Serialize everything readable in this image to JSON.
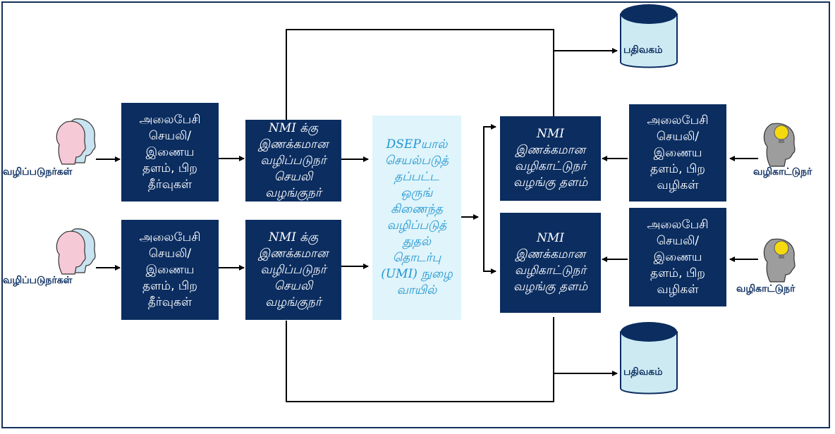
{
  "diagram": {
    "users": [
      {
        "label": "வழிப்படுநர்கள்"
      },
      {
        "label": "வழிப்படுநர்கள்"
      }
    ],
    "user_channels": [
      {
        "text": "அலைபேசி\nசெயலி/\nஇணைய\nதளம், பிற\nதீர்வுகள்"
      },
      {
        "text": "அலைபேசி\nசெயலி/\nஇணைய\nதளம், பிற\nதீர்வுகள்"
      }
    ],
    "app_providers": [
      {
        "text": "NMI க்கு\nஇணக்கமான\nவழிப்படுநர்\nசெயலி\nவழங்குநர்"
      },
      {
        "text": "NMI க்கு\nஇணக்கமான\nவழிப்படுநர்\nசெயலி\nவழங்குநர்"
      }
    ],
    "gateway": {
      "text": "DSEPயால்\nசெயல்படுத்\nதப்பட்ட\nஒருங்\nகிணைந்த\nவழிப்படுத்\nதுதல்\nதொடர்பு\n(UMI) நுழை\nவாயில்"
    },
    "guide_platforms": [
      {
        "text": "NMI\nஇணக்கமான\nவழிகாட்டுநர்\nவழங்கு தளம்"
      },
      {
        "text": "NMI\nஇணக்கமான\nவழிகாட்டுநர்\nவழங்கு தளம்"
      }
    ],
    "guide_channels": [
      {
        "text": "அலைபேசி\nசெயலி/\nஇணைய\nதளம், பிற\nவழிகள்"
      },
      {
        "text": "அலைபேசி\nசெயலி/\nஇணைய\nதளம், பிற\nவழிகள்"
      }
    ],
    "guides": [
      {
        "label": "வழிகாட்டுநர்"
      },
      {
        "label": "வழிகாட்டுநர்"
      }
    ],
    "registries": [
      {
        "label": "பதிவகம்"
      },
      {
        "label": "பதிவகம்"
      }
    ]
  },
  "colors": {
    "block_fill": "#0b2d60",
    "gateway_fill": "#dff4fb",
    "gateway_text": "#1e95d0",
    "cylinder_top": "#0b2d60",
    "cylinder_body": "#cdeaf3",
    "head_pink": "#f6c9d6",
    "head_blue": "#c9e3f0",
    "bulb_yellow": "#f5d90f",
    "head_gray": "#9d9d9d"
  }
}
